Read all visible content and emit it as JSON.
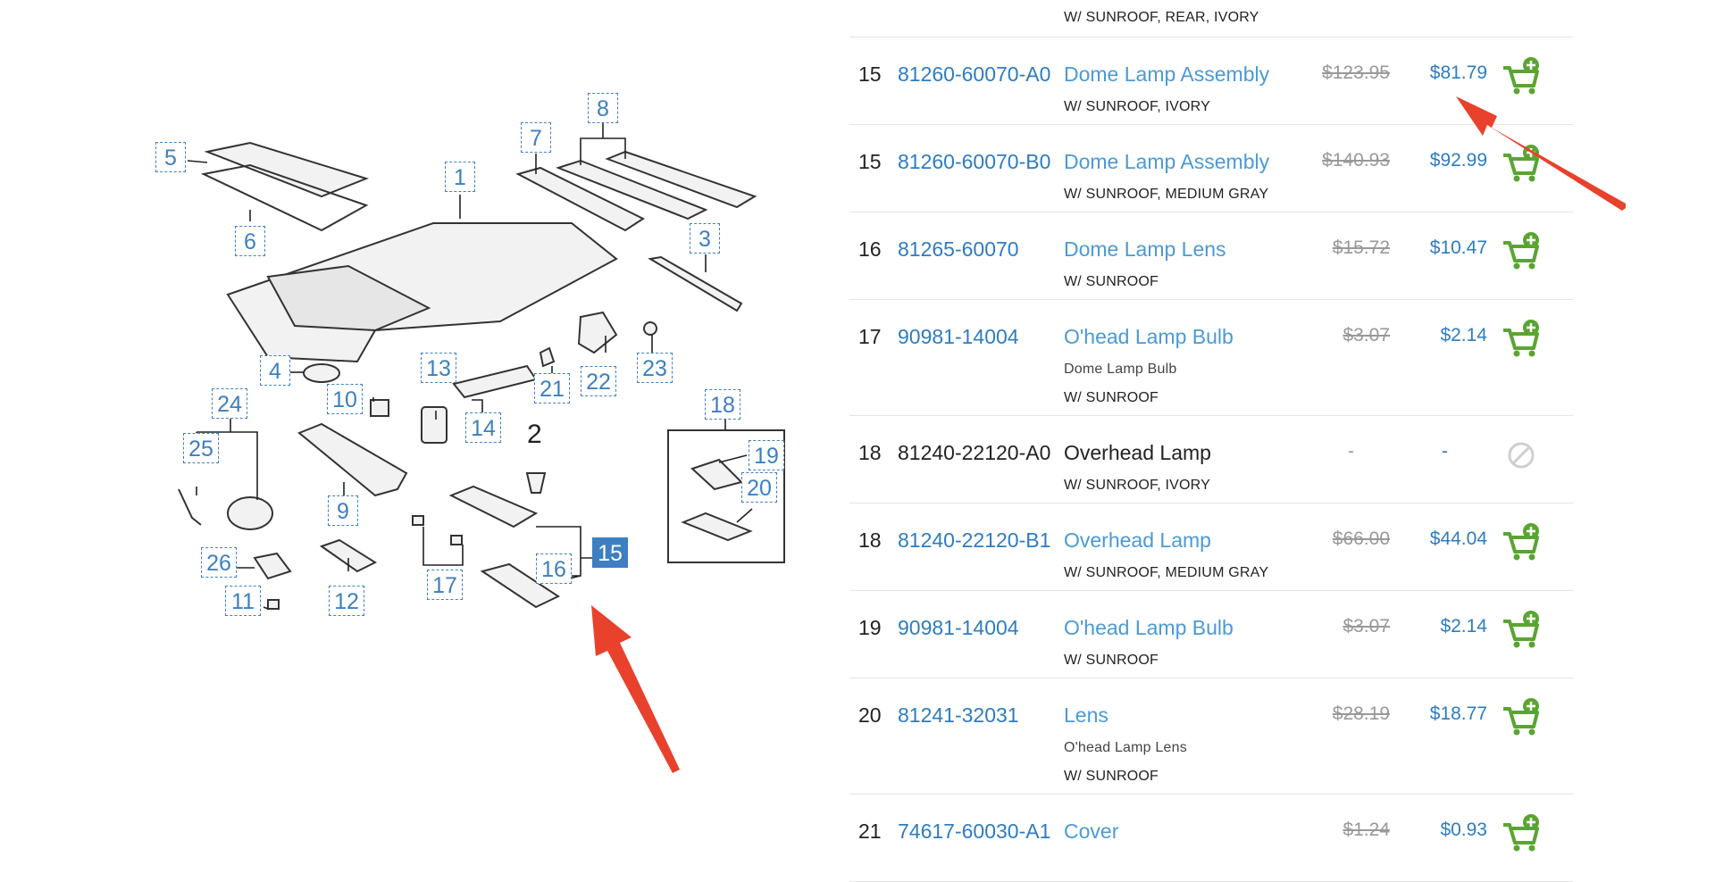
{
  "diagram": {
    "callouts": [
      "1",
      "2",
      "3",
      "4",
      "5",
      "6",
      "7",
      "8",
      "9",
      "10",
      "11",
      "12",
      "13",
      "14",
      "15",
      "16",
      "17",
      "18",
      "19",
      "20",
      "21",
      "22",
      "23",
      "24",
      "25",
      "26"
    ],
    "selected": "15"
  },
  "parts": {
    "top_note": "W/ SUNROOF, REAR, IVORY",
    "rows": [
      {
        "num": "15",
        "part": "81260-60070-A0",
        "name": "Dome Lamp Assembly",
        "notes": [
          "W/ SUNROOF, IVORY"
        ],
        "msrp": "$123.95",
        "price": "$81.79",
        "available": true
      },
      {
        "num": "15",
        "part": "81260-60070-B0",
        "name": "Dome Lamp Assembly",
        "notes": [
          "W/ SUNROOF, MEDIUM GRAY"
        ],
        "msrp": "$140.93",
        "price": "$92.99",
        "available": true
      },
      {
        "num": "16",
        "part": "81265-60070",
        "name": "Dome Lamp Lens",
        "notes": [
          "W/ SUNROOF"
        ],
        "msrp": "$15.72",
        "price": "$10.47",
        "available": true
      },
      {
        "num": "17",
        "part": "90981-14004",
        "name": "O'head Lamp Bulb",
        "desc": "Dome Lamp Bulb",
        "notes": [
          "W/ SUNROOF"
        ],
        "msrp": "$3.07",
        "price": "$2.14",
        "available": true
      },
      {
        "num": "18",
        "part": "81240-22120-A0",
        "name": "Overhead Lamp",
        "notes": [
          "W/ SUNROOF, IVORY"
        ],
        "msrp": "-",
        "price": "-",
        "available": false
      },
      {
        "num": "18",
        "part": "81240-22120-B1",
        "name": "Overhead Lamp",
        "notes": [
          "W/ SUNROOF, MEDIUM GRAY"
        ],
        "msrp": "$66.00",
        "price": "$44.04",
        "available": true
      },
      {
        "num": "19",
        "part": "90981-14004",
        "name": "O'head Lamp Bulb",
        "notes": [
          "W/ SUNROOF"
        ],
        "msrp": "$3.07",
        "price": "$2.14",
        "available": true
      },
      {
        "num": "20",
        "part": "81241-32031",
        "name": "Lens",
        "desc": "O'head Lamp Lens",
        "notes": [
          "W/ SUNROOF"
        ],
        "msrp": "$28.19",
        "price": "$18.77",
        "available": true
      },
      {
        "num": "21",
        "part": "74617-60030-A1",
        "name": "Cover",
        "notes": [],
        "msrp": "$1.24",
        "price": "$0.93",
        "available": true
      }
    ]
  },
  "colors": {
    "link": "#2e7cc0",
    "name_link": "#4a9ad6",
    "cart": "#5aa532",
    "arrow": "#e8412c",
    "callout": "#3d7fc1"
  },
  "icons": {
    "cart": "add-to-cart-icon",
    "unavailable": "unavailable-icon"
  }
}
